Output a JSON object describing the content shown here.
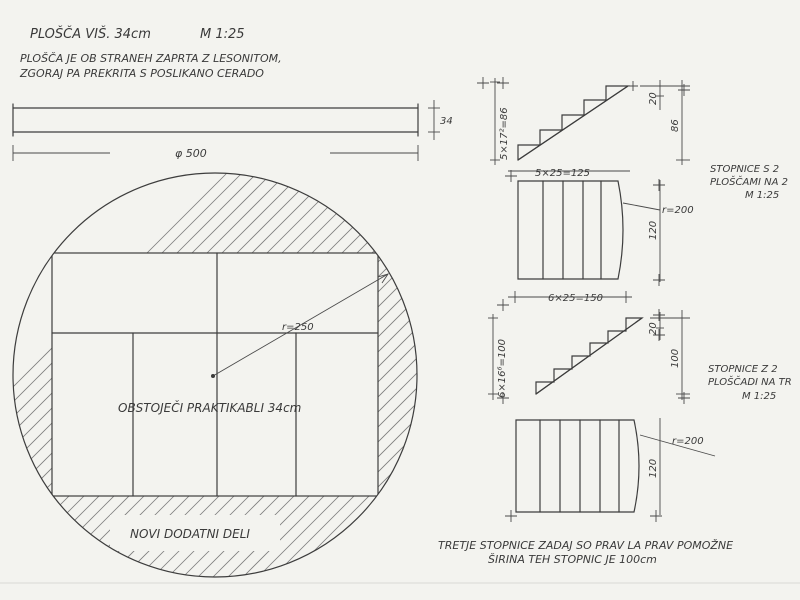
{
  "title": "PLOŠČA VIŠ. 34cm",
  "scale_title": "M 1:25",
  "note_line_1": "PLOŠČA JE OB STRANEH ZAPRTA Z LESONITOM,",
  "note_line_2": "ZGORAJ PA PREKRITA S POSLIKANO CERADO",
  "slab_thickness": "34",
  "slab_diameter": "φ 500",
  "radius_main": "r=250",
  "existing_label": "OBSTOJEČI PRAKTIKABLI 34cm",
  "new_label": "NOVI DODATNI DELI",
  "stairs_1": {
    "rise_dim": "5×17²=86",
    "step_top": "20",
    "height_right": "86",
    "run_top": "5×25=125",
    "radius": "r=200",
    "width": "120",
    "run_bottom": "6×25=150",
    "caption_1": "STOPNICE S 2",
    "caption_2": "PLOŠČAMI NA 2",
    "caption_3": "M 1:25"
  },
  "stairs_2": {
    "rise_dim": "6×16⁶=100",
    "step_top": "20",
    "height_right": "100",
    "radius": "r=200",
    "width": "120",
    "caption_1": "STOPNICE Z 2",
    "caption_2": "PLOŠČADI NA TR",
    "caption_3": "M 1:25"
  },
  "footer_line_1": "TRETJE STOPNICE ZADAJ SO PRAV LA PRAV POMOŽNE",
  "footer_line_2": "ŠIRINA TEH STOPNIC JE 100cm"
}
